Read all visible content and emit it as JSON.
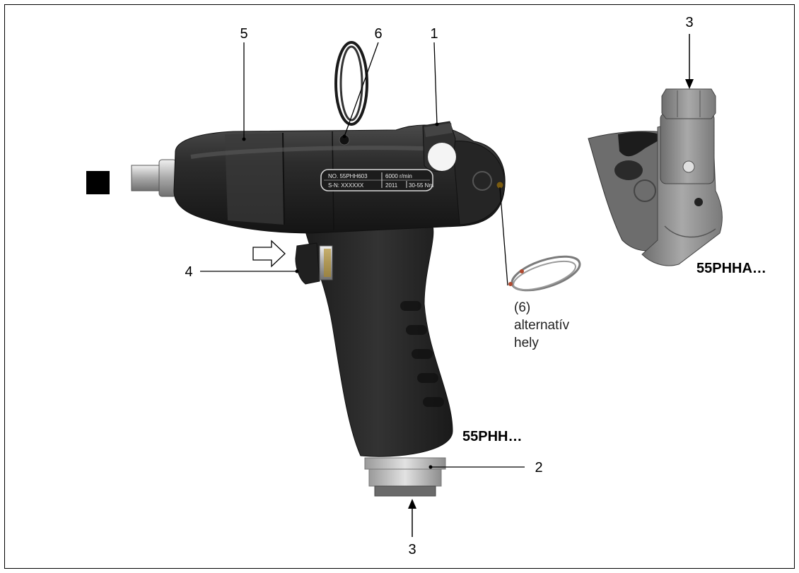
{
  "callouts": {
    "c1": "1",
    "c2": "2",
    "c3_bottom": "3",
    "c3_top": "3",
    "c4": "4",
    "c5": "5",
    "c6": "6"
  },
  "models": {
    "pistol": "55PHH…",
    "angle": "55PHHA…"
  },
  "alt_note": {
    "line1": "(6)",
    "line2": "alternatív",
    "line3": "hely"
  },
  "nameplate": {
    "row1_a": "NO. 55PHH603",
    "row1_b": "6000 r/min",
    "row2_a": "S-N: XXXXXX",
    "row2_b": "2011",
    "row2_c": "30-55 Nm"
  },
  "colors": {
    "tool_body": "#2a2a2a",
    "tool_highlight": "#4a4a4a",
    "angle_head": "#8a8a8a",
    "collar": "#c9c9c9",
    "line": "#000000"
  }
}
